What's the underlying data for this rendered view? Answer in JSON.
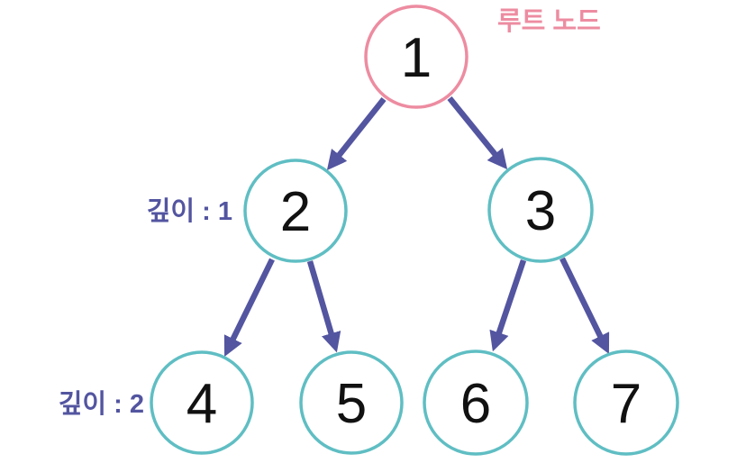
{
  "diagram": {
    "type": "binary-tree",
    "description": "Binary tree with 7 nodes across 3 depth levels"
  },
  "colors": {
    "background": "#FFFFFF",
    "root_stroke": "#ED8CA1",
    "root_label": "#ED8CA1",
    "node_stroke": "#5FBEC3",
    "arrow": "#5355A0",
    "depth_label": "#5355A0",
    "node_text": "#111111"
  },
  "annotations": {
    "root_label": "루트 노드",
    "depth1_label": "깊이 : 1",
    "depth2_label": "깊이 : 2"
  },
  "nodes": [
    {
      "label": "1",
      "depth": 0
    },
    {
      "label": "2",
      "depth": 1
    },
    {
      "label": "3",
      "depth": 1
    },
    {
      "label": "4",
      "depth": 2
    },
    {
      "label": "5",
      "depth": 2
    },
    {
      "label": "6",
      "depth": 2
    },
    {
      "label": "7",
      "depth": 2
    }
  ],
  "edges": [
    {
      "from": "1",
      "to": "2"
    },
    {
      "from": "1",
      "to": "3"
    },
    {
      "from": "2",
      "to": "4"
    },
    {
      "from": "2",
      "to": "5"
    },
    {
      "from": "3",
      "to": "6"
    },
    {
      "from": "3",
      "to": "7"
    }
  ]
}
